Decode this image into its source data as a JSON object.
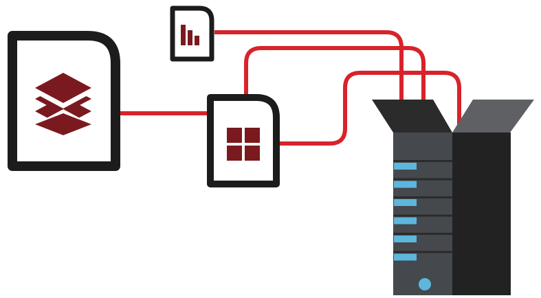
{
  "colors": {
    "background": "#ffffff",
    "connector": "#d8232a",
    "outline": "#1c1c1c",
    "glyph": "#7a1a1f",
    "server_front": "#45484c",
    "server_side": "#222222",
    "server_top_front": "#2b2b2b",
    "server_top_back": "#5e6063",
    "drive_slot": "#2b2b2b",
    "drive_light": "#5db6dc",
    "power_button": "#5db6dc"
  },
  "nodes": [
    {
      "id": "layers-document",
      "icon": "layers-icon",
      "kind": "document"
    },
    {
      "id": "chart-document",
      "icon": "bar-chart-icon",
      "kind": "document"
    },
    {
      "id": "grid-document",
      "icon": "grid-icon",
      "kind": "document"
    },
    {
      "id": "server",
      "icon": "server-icon",
      "kind": "server",
      "drive_bays": 6
    }
  ],
  "connections": [
    {
      "from": "layers-document",
      "to": "grid-document"
    },
    {
      "from": "chart-document",
      "to": "server"
    },
    {
      "from": "grid-document",
      "to": "server"
    },
    {
      "from": "grid-document",
      "to": "server"
    }
  ]
}
